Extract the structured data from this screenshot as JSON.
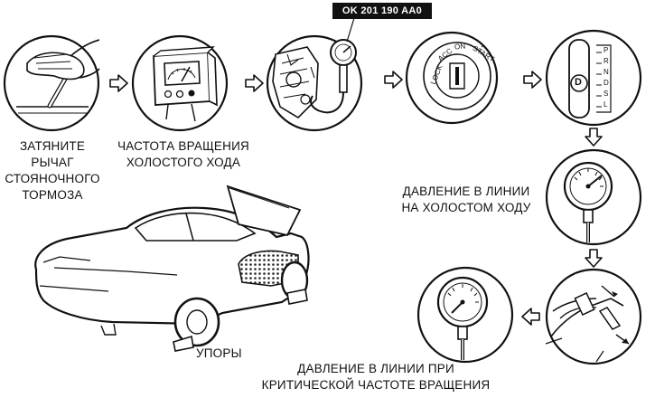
{
  "tool_number": "OK 201 190 AA0",
  "steps": {
    "parking_brake": "ЗАТЯНИТЕ\nРЫЧАГ\nСТОЯНОЧНОГО\nТОРМОЗА",
    "idle_speed": "ЧАСТОТА ВРАЩЕНИЯ\nХОЛОСТОГО ХОДА",
    "idle_line_pressure": "ДАВЛЕНИЕ В ЛИНИИ\nНА ХОЛОСТОМ ХОДУ",
    "wheel_chocks": "УПОРЫ",
    "stall_line_pressure": "ДАВЛЕНИЕ В ЛИНИИ ПРИ\nКРИТИЧЕСКОЙ ЧАСТОТЕ ВРАЩЕНИЯ"
  },
  "ignition_positions": [
    "LOCK",
    "ACC",
    "ON",
    "START"
  ],
  "selector_positions": [
    "P",
    "R",
    "N",
    "D",
    "S",
    "L"
  ],
  "selected_position": "D"
}
